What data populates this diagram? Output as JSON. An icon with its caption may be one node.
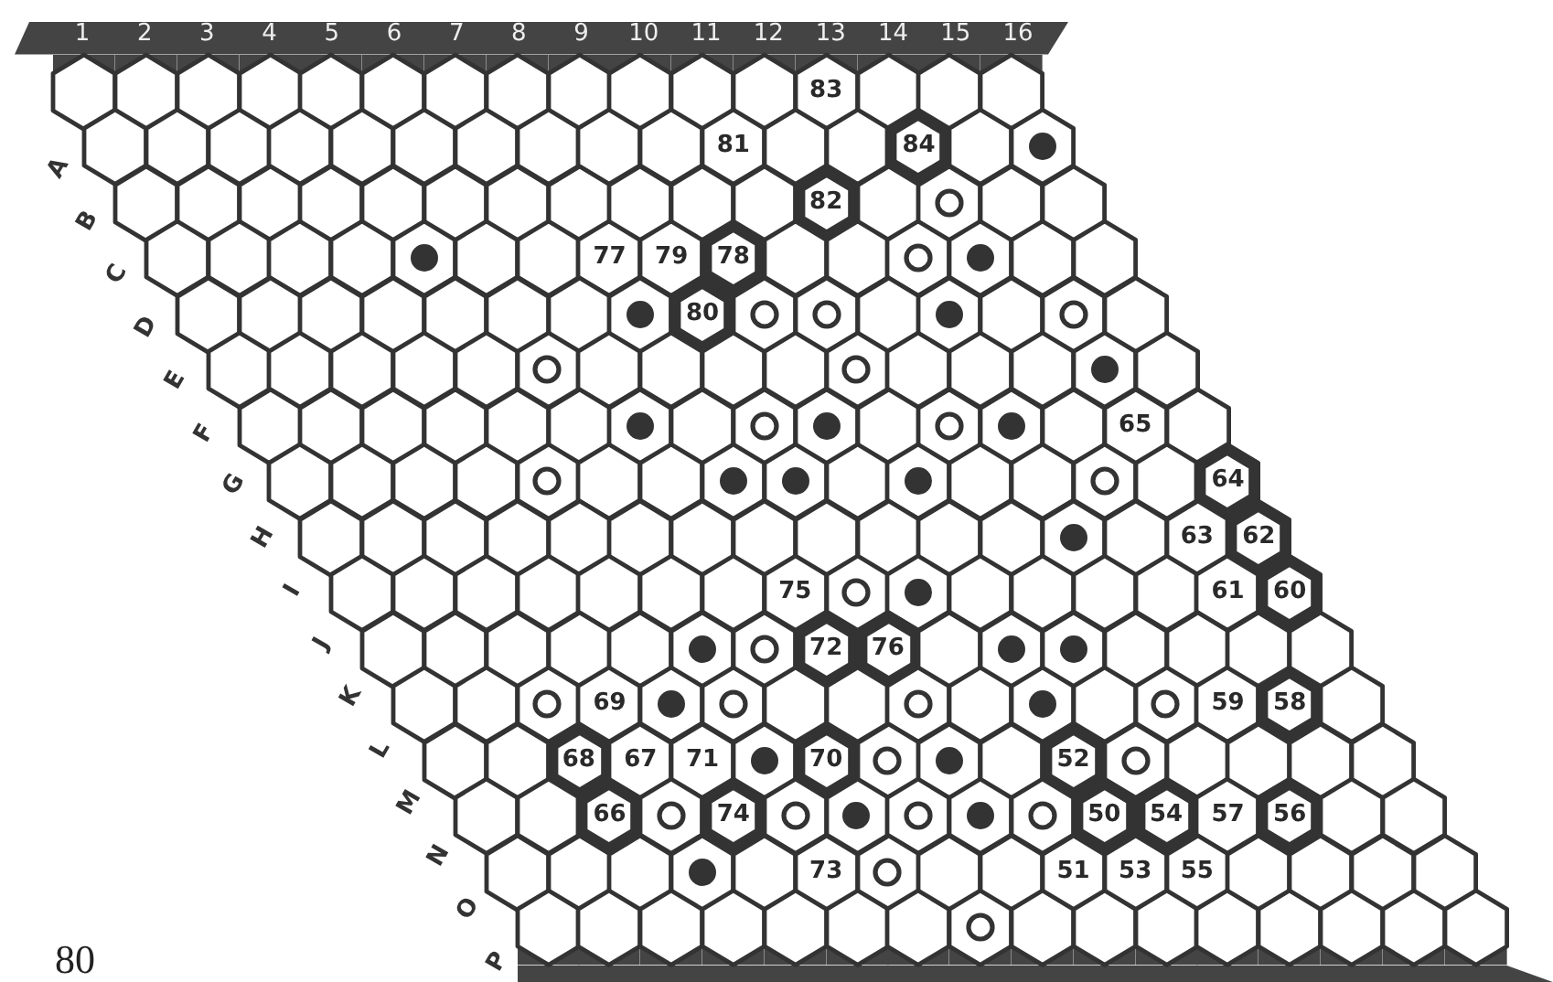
{
  "diagram": {
    "nodes": [
      {
        "text": [],
        "shape": "hexagon"
      },
      {
        "text": [],
        "shape": "hexagon"
      },
      {
        "text": [],
        "shape": "hexagon"
      },
      {
        "text": [],
        "shape": "hexagon"
      },
      {
        "text": [],
        "shape": "hexagon"
      },
      {
        "text": [],
        "shape": "hexagon"
      },
      {
        "text": [],
        "shape": "hexagon"
      },
      {
        "text": [],
        "shape": "hexagon"
      },
      {
        "text": [],
        "shape": "hexagon"
      },
      {
        "text": [],
        "shape": "hexagon"
      },
      {
        "text": [],
        "shape": "hexagon"
      },
      {
        "text": [],
        "shape": "hexagon"
      },
      {
        "text": [
          "83"
        ]
      },
      {
        "text": [],
        "shape": "hexagon"
      },
      {
        "text": [],
        "shape": "hexagon"
      },
      {
        "text": [],
        "shape": "hexagon"
      },
      {
        "text": [],
        "shape": "hexagon"
      },
      {
        "text": [],
        "shape": "hexagon"
      },
      {
        "text": [],
        "shape": "hexagon"
      },
      {
        "text": [],
        "shape": "hexagon"
      },
      {
        "text": [],
        "shape": "hexagon"
      },
      {
        "text": [],
        "shape": "hexagon"
      },
      {
        "text": [],
        "shape": "hexagon"
      },
      {
        "text": [],
        "shape": "hexagon"
      },
      {
        "text": [],
        "shape": "hexagon"
      },
      {
        "text": [],
        "shape": "hexagon"
      },
      {
        "text": [
          "81"
        ]
      },
      {
        "text": [],
        "shape": "hexagon"
      },
      {
        "text": [],
        "shape": "hexagon"
      },
      {
        "text": [
          "84"
        ]
      },
      {
        "text": [],
        "shape": "hexagon"
      },
      {
        "text": [],
        "shape": "hexagon"
      },
      {
        "text": [],
        "shape": "dot",
        "in": 31
      },
      {
        "text": [],
        "shape": "hexagon"
      },
      {
        "text": [],
        "shape": "hexagon"
      },
      {
        "text": [],
        "shape": "hexagon"
      },
      {
        "text": [],
        "shape": "hexagon"
      },
      {
        "text": [],
        "shape": "hexagon"
      },
      {
        "text": [],
        "shape": "hexagon"
      },
      {
        "text": [],
        "shape": "hexagon"
      },
      {
        "text": [],
        "shape": "hexagon"
      },
      {
        "text": [],
        "shape": "hexagon"
      },
      {
        "text": [],
        "shape": "hexagon"
      },
      {
        "text": [],
        "shape": "hexagon"
      },
      {
        "text": [
          "82"
        ]
      },
      {
        "text": [],
        "shape": "hexagon"
      },
      {
        "text": [],
        "shape": "hexagon"
      },
      {
        "text": [],
        "shape": "circle",
        "in": 46
      },
      {
        "text": [],
        "shape": "hexagon"
      },
      {
        "text": [],
        "shape": "hexagon"
      },
      {
        "text": [],
        "shape": "hexagon"
      },
      {
        "text": [],
        "shape": "hexagon"
      },
      {
        "text": [],
        "shape": "hexagon"
      },
      {
        "text": [],
        "shape": "hexagon"
      },
      {
        "text": [],
        "shape": "hexagon"
      },
      {
        "text": [],
        "shape": "dot",
        "in": 54
      },
      {
        "text": [],
        "shape": "hexagon"
      },
      {
        "text": [],
        "shape": "hexagon"
      },
      {
        "text": [
          "77"
        ]
      },
      {
        "text": [
          "79"
        ]
      },
      {
        "text": [
          "78"
        ]
      },
      {
        "text": [],
        "shape": "hexagon"
      },
      {
        "text": [],
        "shape": "hexagon"
      },
      {
        "text": [],
        "shape": "hexagon"
      },
      {
        "text": [],
        "shape": "circle",
        "in": 63
      },
      {
        "text": [],
        "shape": "hexagon"
      },
      {
        "text": [],
        "shape": "dot",
        "in": 65
      },
      {
        "text": [],
        "shape": "hexagon"
      },
      {
        "text": [],
        "shape": "hexagon"
      },
      {
        "text": [],
        "shape": "hexagon"
      },
      {
        "text": [],
        "shape": "hexagon"
      },
      {
        "text": [],
        "shape": "hexagon"
      },
      {
        "text": [],
        "shape": "hexagon"
      },
      {
        "text": [],
        "shape": "hexagon"
      },
      {
        "text": [],
        "shape": "hexagon"
      },
      {
        "text": [],
        "shape": "hexagon"
      },
      {
        "text": [],
        "shape": "hexagon"
      },
      {
        "text": [],
        "shape": "dot",
        "in": 76
      },
      {
        "text": [
          "80"
        ]
      },
      {
        "text": [],
        "shape": "hexagon"
      },
      {
        "text": [],
        "shape": "circle",
        "in": 79
      },
      {
        "text": [],
        "shape": "hexagon"
      },
      {
        "text": [],
        "shape": "circle",
        "in": 81
      },
      {
        "text": [],
        "shape": "hexagon"
      },
      {
        "text": [],
        "shape": "hexagon"
      },
      {
        "text": [],
        "shape": "dot",
        "in": 84
      },
      {
        "text": [],
        "shape": "hexagon"
      },
      {
        "text": [],
        "shape": "hexagon"
      },
      {
        "text": [],
        "shape": "circle",
        "in": 87
      },
      {
        "text": [],
        "shape": "hexagon"
      },
      {
        "text": [],
        "shape": "hexagon"
      },
      {
        "text": [],
        "shape": "hexagon"
      },
      {
        "text": [],
        "shape": "hexagon"
      },
      {
        "text": [],
        "shape": "hexagon"
      },
      {
        "text": [],
        "shape": "hexagon"
      },
      {
        "text": [],
        "shape": "hexagon"
      },
      {
        "text": [],
        "shape": "circle",
        "in": 95
      },
      {
        "text": [],
        "shape": "hexagon"
      },
      {
        "text": [],
        "shape": "hexagon"
      },
      {
        "text": [],
        "shape": "hexagon"
      },
      {
        "text": [],
        "shape": "hexagon"
      },
      {
        "text": [],
        "shape": "hexagon"
      },
      {
        "text": [],
        "shape": "circle",
        "in": 101
      },
      {
        "text": [],
        "shape": "hexagon"
      },
      {
        "text": [],
        "shape": "hexagon"
      },
      {
        "text": [],
        "shape": "hexagon"
      },
      {
        "text": [],
        "shape": "hexagon"
      },
      {
        "text": [],
        "shape": "dot",
        "in": 106
      },
      {
        "text": [],
        "shape": "hexagon"
      },
      {
        "text": [],
        "shape": "hexagon"
      },
      {
        "text": [],
        "shape": "hexagon"
      },
      {
        "text": [],
        "shape": "hexagon"
      },
      {
        "text": [],
        "shape": "hexagon"
      },
      {
        "text": [],
        "shape": "hexagon"
      },
      {
        "text": [],
        "shape": "hexagon"
      },
      {
        "text": [],
        "shape": "hexagon"
      },
      {
        "text": [],
        "shape": "dot",
        "in": 115
      },
      {
        "text": [],
        "shape": "hexagon"
      },
      {
        "text": [],
        "shape": "hexagon"
      },
      {
        "text": [],
        "shape": "circle",
        "in": 118
      },
      {
        "text": [],
        "shape": "hexagon"
      },
      {
        "text": [],
        "shape": "dot",
        "in": 120
      },
      {
        "text": [],
        "shape": "hexagon"
      },
      {
        "text": [],
        "shape": "hexagon"
      },
      {
        "text": [],
        "shape": "circle",
        "in": 123
      },
      {
        "text": [],
        "shape": "hexagon"
      },
      {
        "text": [],
        "shape": "dot",
        "in": 125
      },
      {
        "text": [],
        "shape": "hexagon"
      },
      {
        "text": [
          "65"
        ]
      },
      {
        "text": [],
        "shape": "hexagon"
      },
      {
        "text": [],
        "shape": "hexagon"
      },
      {
        "text": [],
        "shape": "hexagon"
      },
      {
        "text": [],
        "shape": "hexagon"
      },
      {
        "text": [],
        "shape": "hexagon"
      },
      {
        "text": [],
        "shape": "hexagon"
      },
      {
        "text": [],
        "shape": "circle",
        "in": 134
      },
      {
        "text": [],
        "shape": "hexagon"
      },
      {
        "text": [],
        "shape": "hexagon"
      },
      {
        "text": [],
        "shape": "hexagon"
      },
      {
        "text": [],
        "shape": "dot",
        "in": 138
      },
      {
        "text": [],
        "shape": "hexagon"
      },
      {
        "text": [],
        "shape": "dot",
        "in": 140
      },
      {
        "text": [],
        "shape": "hexagon"
      },
      {
        "text": [],
        "shape": "hexagon"
      },
      {
        "text": [],
        "shape": "dot",
        "in": 143
      },
      {
        "text": [],
        "shape": "hexagon"
      },
      {
        "text": [],
        "shape": "hexagon"
      },
      {
        "text": [],
        "shape": "hexagon"
      },
      {
        "text": [],
        "shape": "circle",
        "in": 147
      },
      {
        "text": [],
        "shape": "hexagon"
      },
      {
        "text": [
          "64"
        ]
      },
      {
        "text": [],
        "shape": "hexagon"
      },
      {
        "text": [],
        "shape": "hexagon"
      },
      {
        "text": [],
        "shape": "hexagon"
      },
      {
        "text": [],
        "shape": "hexagon"
      },
      {
        "text": [],
        "shape": "hexagon"
      },
      {
        "text": [],
        "shape": "hexagon"
      },
      {
        "text": [],
        "shape": "hexagon"
      },
      {
        "text": [],
        "shape": "hexagon"
      },
      {
        "text": [],
        "shape": "hexagon"
      },
      {
        "text": [],
        "shape": "hexagon"
      },
      {
        "text": [],
        "shape": "hexagon"
      },
      {
        "text": [],
        "shape": "hexagon"
      },
      {
        "text": [],
        "shape": "hexagon"
      },
      {
        "text": [],
        "shape": "dot",
        "in": 163
      },
      {
        "text": [],
        "shape": "hexagon"
      },
      {
        "text": [
          "63"
        ]
      },
      {
        "text": [
          "62"
        ]
      },
      {
        "text": [],
        "shape": "hexagon"
      },
      {
        "text": [],
        "shape": "hexagon"
      },
      {
        "text": [],
        "shape": "hexagon"
      },
      {
        "text": [],
        "shape": "hexagon"
      },
      {
        "text": [],
        "shape": "hexagon"
      },
      {
        "text": [],
        "shape": "hexagon"
      },
      {
        "text": [],
        "shape": "hexagon"
      },
      {
        "text": [
          "75"
        ]
      },
      {
        "text": [],
        "shape": "hexagon"
      },
      {
        "text": [],
        "shape": "circle",
        "in": 176
      },
      {
        "text": [],
        "shape": "hexagon"
      },
      {
        "text": [],
        "shape": "dot",
        "in": 178
      },
      {
        "text": [],
        "shape": "hexagon"
      },
      {
        "text": [],
        "shape": "hexagon"
      },
      {
        "text": [],
        "shape": "hexagon"
      },
      {
        "text": [],
        "shape": "hexagon"
      },
      {
        "text": [
          "61"
        ]
      },
      {
        "text": [
          "60"
        ]
      },
      {
        "text": [],
        "shape": "hexagon"
      },
      {
        "text": [],
        "shape": "hexagon"
      },
      {
        "text": [],
        "shape": "hexagon"
      },
      {
        "text": [],
        "shape": "hexagon"
      },
      {
        "text": [],
        "shape": "hexagon"
      },
      {
        "text": [],
        "shape": "hexagon"
      },
      {
        "text": [],
        "shape": "dot",
        "in": 191
      },
      {
        "text": [],
        "shape": "hexagon"
      },
      {
        "text": [],
        "shape": "circle",
        "in": 193
      },
      {
        "text": [
          "72"
        ]
      },
      {
        "text": [
          "76"
        ]
      },
      {
        "text": [],
        "shape": "hexagon"
      },
      {
        "text": [],
        "shape": "hexagon"
      },
      {
        "text": [],
        "shape": "dot",
        "in": 198
      },
      {
        "text": [],
        "shape": "hexagon"
      },
      {
        "text": [],
        "shape": "dot",
        "in": 200
      },
      {
        "text": [],
        "shape": "hexagon"
      },
      {
        "text": [],
        "shape": "hexagon"
      },
      {
        "text": [],
        "shape": "hexagon"
      },
      {
        "text": [],
        "shape": "hexagon"
      },
      {
        "text": [],
        "shape": "hexagon"
      },
      {
        "text": [],
        "shape": "hexagon"
      },
      {
        "text": [],
        "shape": "hexagon"
      },
      {
        "text": [],
        "shape": "circle",
        "in": 208
      },
      {
        "text": [
          "69"
        ]
      },
      {
        "text": [],
        "shape": "hexagon"
      },
      {
        "text": [],
        "shape": "dot",
        "in": 211
      },
      {
        "text": [],
        "shape": "hexagon"
      },
      {
        "text": [],
        "shape": "circle",
        "in": 213
      },
      {
        "text": [],
        "shape": "hexagon"
      },
      {
        "text": [],
        "shape": "hexagon"
      },
      {
        "text": [],
        "shape": "hexagon"
      },
      {
        "text": [],
        "shape": "circle",
        "in": 217
      },
      {
        "text": [],
        "shape": "hexagon"
      },
      {
        "text": [],
        "shape": "hexagon"
      },
      {
        "text": [],
        "shape": "dot",
        "in": 220
      },
      {
        "text": [],
        "shape": "hexagon"
      },
      {
        "text": [],
        "shape": "hexagon"
      },
      {
        "text": [],
        "shape": "circle",
        "in": 223
      },
      {
        "text": [
          "59"
        ]
      },
      {
        "text": [
          "58"
        ]
      },
      {
        "text": [],
        "shape": "hexagon"
      },
      {
        "text": [],
        "shape": "hexagon"
      },
      {
        "text": [],
        "shape": "hexagon"
      },
      {
        "text": [
          "68"
        ]
      },
      {
        "text": [
          "67"
        ]
      },
      {
        "text": [
          "71"
        ]
      },
      {
        "text": [],
        "shape": "hexagon"
      },
      {
        "text": [],
        "shape": "dot",
        "in": 233
      },
      {
        "text": [
          "70"
        ]
      },
      {
        "text": [],
        "shape": "hexagon"
      },
      {
        "text": [],
        "shape": "circle",
        "in": 236
      },
      {
        "text": [],
        "shape": "hexagon"
      },
      {
        "text": [],
        "shape": "dot",
        "in": 238
      },
      {
        "text": [],
        "shape": "hexagon"
      },
      {
        "text": [
          "52"
        ]
      },
      {
        "text": [],
        "shape": "hexagon"
      },
      {
        "text": [],
        "shape": "circle",
        "in": 242
      },
      {
        "text": [],
        "shape": "hexagon"
      },
      {
        "text": [],
        "shape": "hexagon"
      },
      {
        "text": [],
        "shape": "hexagon"
      },
      {
        "text": [],
        "shape": "hexagon"
      },
      {
        "text": [],
        "shape": "hexagon"
      },
      {
        "text": [],
        "shape": "hexagon"
      },
      {
        "text": [
          "66"
        ]
      },
      {
        "text": [],
        "shape": "hexagon"
      },
      {
        "text": [],
        "shape": "circle",
        "in": 251
      },
      {
        "text": [
          "74"
        ]
      },
      {
        "text": [],
        "shape": "hexagon"
      },
      {
        "text": [],
        "shape": "circle",
        "in": 254
      },
      {
        "text": [],
        "shape": "hexagon"
      },
      {
        "text": [],
        "shape": "dot",
        "in": 256
      },
      {
        "text": [],
        "shape": "hexagon"
      },
      {
        "text": [],
        "shape": "circle",
        "in": 258
      },
      {
        "text": [],
        "shape": "hexagon"
      },
      {
        "text": [],
        "shape": "dot",
        "in": 260
      },
      {
        "text": [],
        "shape": "hexagon"
      },
      {
        "text": [],
        "shape": "circle",
        "in": 262
      },
      {
        "text": [
          "50"
        ]
      },
      {
        "text": [
          "54"
        ]
      },
      {
        "text": [
          "57"
        ]
      },
      {
        "text": [
          "56"
        ]
      },
      {
        "text": [],
        "shape": "hexagon"
      },
      {
        "text": [],
        "shape": "hexagon"
      },
      {
        "text": [],
        "shape": "hexagon"
      },
      {
        "text": [],
        "shape": "hexagon"
      },
      {
        "text": [],
        "shape": "hexagon"
      },
      {
        "text": [],
        "shape": "hexagon"
      },
      {
        "text": [],
        "shape": "dot",
        "in": 273
      },
      {
        "text": [],
        "shape": "hexagon"
      },
      {
        "text": [
          "73"
        ]
      },
      {
        "text": [],
        "shape": "hexagon"
      },
      {
        "text": [],
        "shape": "circle",
        "in": 277
      },
      {
        "text": [],
        "shape": "hexagon"
      },
      {
        "text": [],
        "shape": "hexagon"
      },
      {
        "text": [
          "51"
        ]
      },
      {
        "text": [
          "53"
        ]
      },
      {
        "text": [
          "55"
        ]
      },
      {
        "text": [],
        "shape": "hexagon"
      },
      {
        "text": [],
        "shape": "hexagon"
      },
      {
        "text": [],
        "shape": "hexagon"
      },
      {
        "text": [],
        "shape": "hexagon"
      },
      {
        "text": [],
        "shape": "hexagon"
      },
      {
        "text": [],
        "shape": "hexagon"
      },
      {
        "text": [],
        "shape": "hexagon"
      },
      {
        "text": [],
        "shape": "hexagon"
      },
      {
        "text": [],
        "shape": "hexagon"
      },
      {
        "text": [],
        "shape": "hexagon"
      },
      {
        "text": [],
        "shape": "hexagon"
      },
      {
        "text": [],
        "shape": "hexagon"
      },
      {
        "text": [],
        "shape": "circle",
        "in": 295
      },
      {
        "text": [],
        "shape": "hexagon"
      },
      {
        "text": [],
        "shape": "hexagon"
      },
      {
        "text": [],
        "shape": "hexagon"
      },
      {
        "text": [],
        "shape": "hexagon"
      },
      {
        "text": [],
        "shape": "hexagon"
      },
      {
        "text": [],
        "shape": "hexagon"
      },
      {
        "text": [],
        "shape": "hexagon"
      },
      {
        "text": [],
        "shape": "hexagon"
      },
      {
        "text": [],
        "shape": "bar"
      },
      {
        "text": [],
        "shape": "bar"
      }
    ],
    "labels": [
      "1",
      "2",
      "3",
      "4",
      "5",
      "6",
      "7",
      "8",
      "9",
      "10",
      "11",
      "12",
      "13",
      "14",
      "15",
      "16",
      "A",
      "B",
      "C",
      "D",
      "E",
      "F",
      "G",
      "H",
      "I",
      "J",
      "K",
      "L",
      "M",
      "N",
      "O",
      "P",
      "80"
    ]
  }
}
